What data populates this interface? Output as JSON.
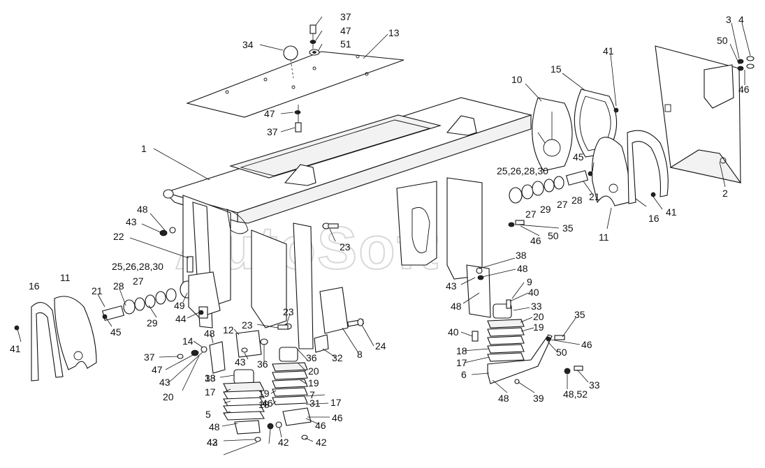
{
  "watermark": "AutoSoft",
  "labels": [
    "37",
    "47",
    "51",
    "34",
    "13",
    "47",
    "37",
    "3",
    "4",
    "50",
    "46",
    "41",
    "10",
    "15",
    "1",
    "25,26,28,30",
    "45",
    "21",
    "2",
    "27",
    "29",
    "28",
    "27",
    "16",
    "41",
    "35",
    "50",
    "46",
    "11",
    "48",
    "43",
    "23",
    "22",
    "38",
    "48",
    "43",
    "25,26,28,30",
    "27",
    "49",
    "44",
    "28",
    "21",
    "11",
    "16",
    "29",
    "45",
    "41",
    "9",
    "48",
    "40",
    "33",
    "19",
    "20",
    "23",
    "23",
    "12",
    "48",
    "14",
    "24",
    "32",
    "8",
    "35",
    "46",
    "40",
    "18",
    "17",
    "6",
    "50",
    "37",
    "47",
    "43",
    "33",
    "43",
    "36",
    "36",
    "20",
    "19",
    "46",
    "42",
    "48",
    "39",
    "48,52",
    "33",
    "20",
    "18",
    "17",
    "5",
    "19",
    "18",
    "17",
    "7",
    "31",
    "46",
    "48",
    "46",
    "43",
    "42",
    "42"
  ]
}
